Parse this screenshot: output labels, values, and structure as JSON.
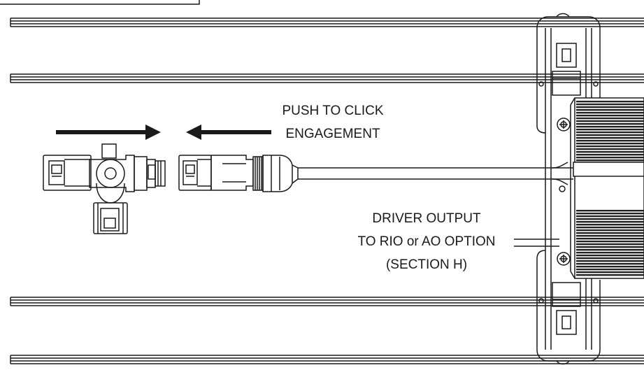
{
  "annotations": {
    "push_lines": [
      "PUSH TO CLICK",
      "ENGAGEMENT"
    ],
    "driver_lines": [
      "DRIVER OUTPUT",
      "TO RIO or AO OPTION",
      "(SECTION H)"
    ]
  },
  "colors": {
    "ink": "#1a1a1a",
    "background": "#ffffff",
    "heatsink_fill": "#222222"
  },
  "icons": {
    "push_left_arrow": "right-arrow",
    "push_right_arrow": "left-arrow"
  }
}
